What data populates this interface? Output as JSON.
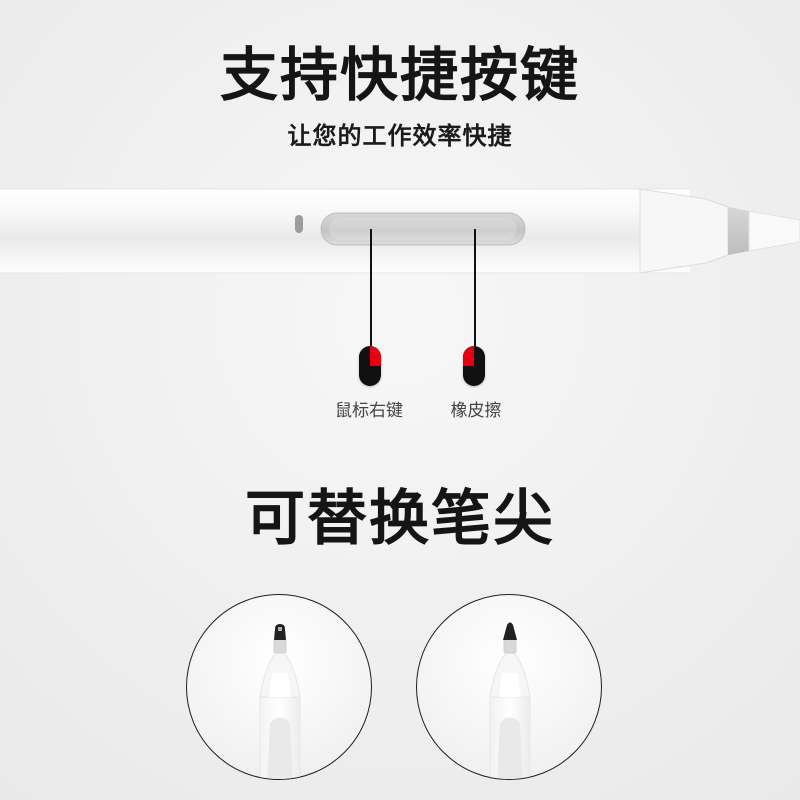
{
  "header": {
    "main_title": "支持快捷按键",
    "subtitle": "让您的工作效率快捷"
  },
  "buttons": {
    "left_label": "鼠标右键",
    "right_label": "橡皮擦"
  },
  "section2": {
    "title": "可替换笔尖"
  },
  "colors": {
    "indicator_accent": "#e60012",
    "indicator_base": "#111111",
    "pen_body": "#f7f7f7",
    "pen_button": "#c9c9c9"
  }
}
